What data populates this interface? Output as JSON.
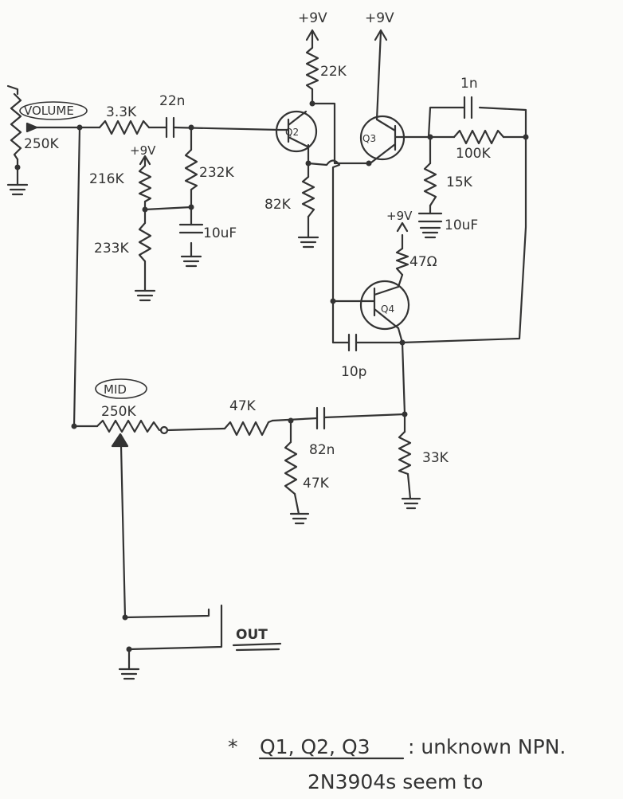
{
  "labels": {
    "volume": "VOLUME",
    "volume_value": "250K",
    "r_3k3": "3.3K",
    "c_22n": "22n",
    "supply": "+9V",
    "r_216k": "216K",
    "r_232k": "232K",
    "r_233k": "233K",
    "c_10uf": "10uF",
    "r_22k": "22K",
    "q2": "Q2",
    "q3": "Q3",
    "q4": "Q4",
    "r_82k": "82K",
    "c_1n": "1n",
    "r_100k": "100K",
    "r_15k": "15K",
    "r_47ohm": "47Ω",
    "c_10p": "10p",
    "mid": "MID",
    "mid_value": "250K",
    "r_47k": "47K",
    "c_82n": "82n",
    "r_33k": "33K",
    "out": "OUT"
  },
  "note": {
    "asterisk": "*",
    "parts": "Q1, Q2, Q3",
    "line1": ": unknown NPN.",
    "line2": "2N3904s seem to"
  }
}
